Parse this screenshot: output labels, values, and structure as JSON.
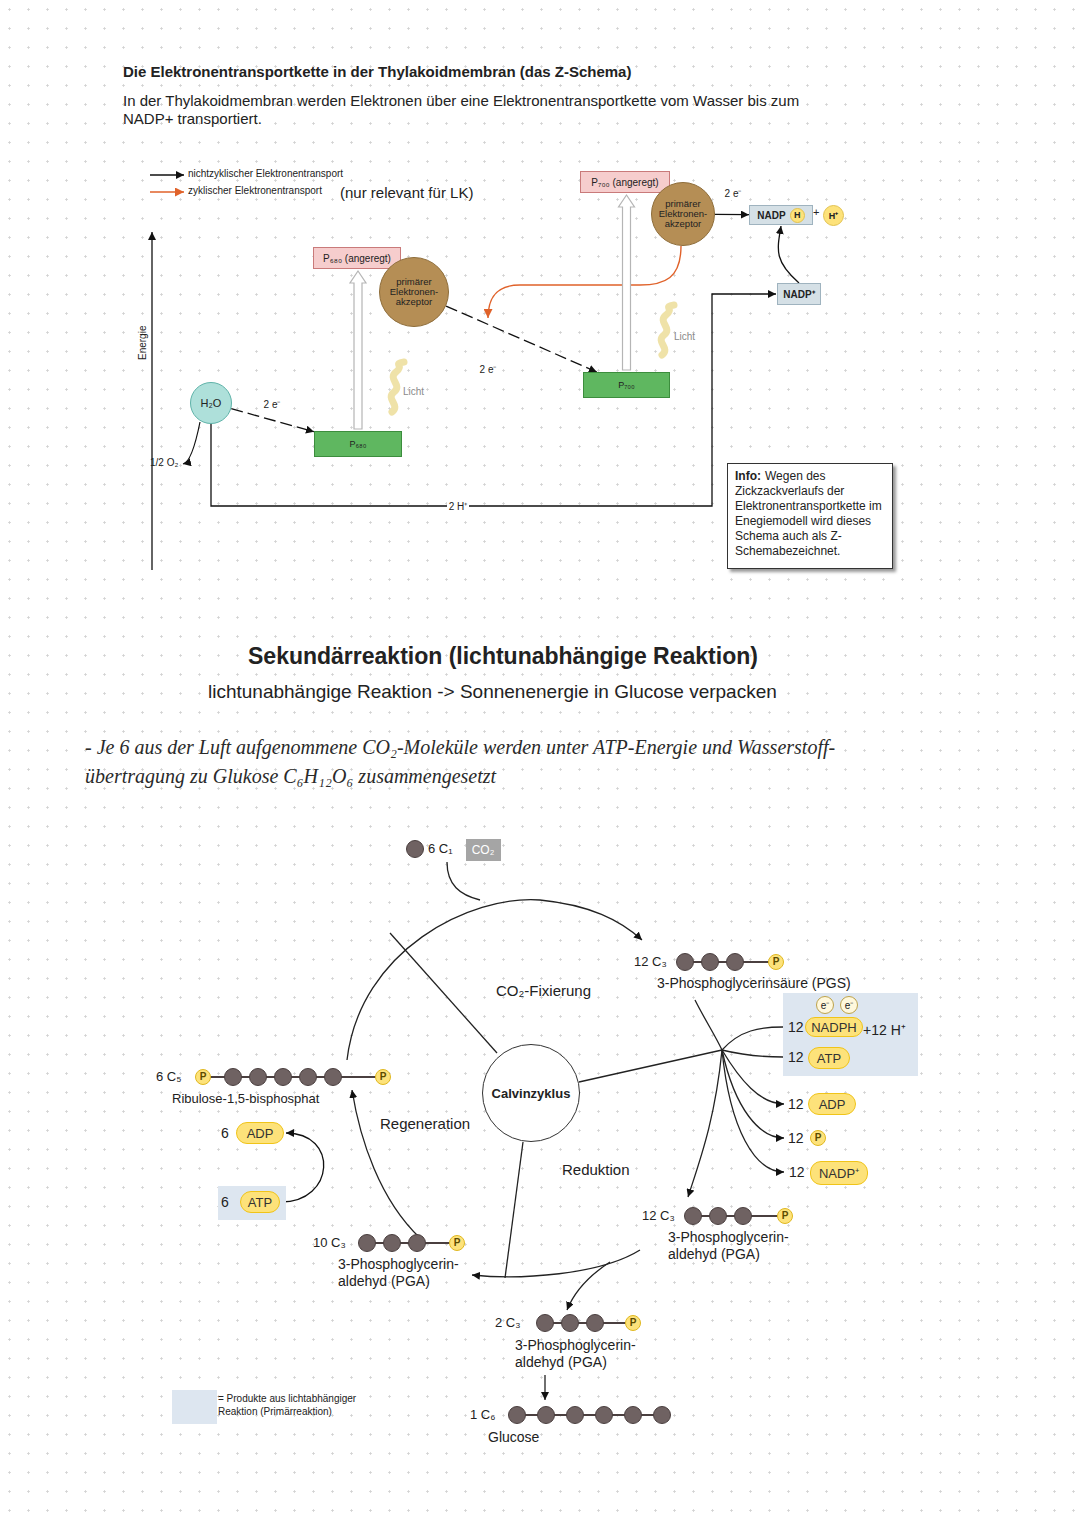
{
  "diagram": {
    "title": "Die Elektronentransportkette in der Thylakoidmembran (das Z-Schema)",
    "nodes": [
      {
        "text": [
          "P₆₈₀ (angeregt)"
        ]
      },
      {
        "text": [
          "primärer Elektronen- akzeptor"
        ]
      },
      {
        "text": [
          "H₂O"
        ]
      },
      {
        "text": [
          "P₆₈₀"
        ]
      },
      {
        "text": [
          "P₇₀₀ (angeregt)"
        ]
      },
      {
        "text": [
          "primärer Elektronen- akzeptor"
        ]
      },
      {
        "text": [
          "P₇₀₀"
        ]
      },
      {
        "text": [
          "NADP",
          "H"
        ]
      },
      {
        "text": [
          "H⁺"
        ]
      },
      {
        "text": [
          "NADP⁺"
        ]
      },
      {
        "text": [
          "Info:",
          "Wegen des Zickzackverlaufs der Elektronentransportkette im Enegiemodell wird dieses Schema auch als Z-Schemabezeichnet."
        ]
      },
      {
        "text": [
          "CO₂"
        ]
      },
      {
        "text": [
          "Calvinzyklus"
        ]
      },
      {
        "text": [
          "e⁻",
          "e⁻",
          "12",
          "+12 H⁺",
          "12"
        ]
      },
      {
        "text": [
          "NADPH"
        ],
        "in": 13
      },
      {
        "text": [
          "ATP"
        ],
        "in": 13
      },
      {
        "text": [
          "ADP"
        ]
      },
      {
        "text": [
          "NADP⁺"
        ]
      },
      {
        "text": [
          "ADP"
        ]
      },
      {
        "text": [
          "6"
        ]
      },
      {
        "text": [
          "ATP"
        ],
        "in": 19
      }
    ],
    "edges": [
      {
        "from": 2,
        "to": 3,
        "arrow": "to",
        "label": "2 e⁻"
      },
      {
        "from": 3,
        "to": 0,
        "arrow": "to"
      },
      {
        "from": 1,
        "to": 6,
        "arrow": "to",
        "label": "2 e⁻"
      },
      {
        "from": 6,
        "to": 4,
        "arrow": "to"
      },
      {
        "from": 5,
        "to": 7,
        "arrow": "to",
        "label": "2 e⁻"
      },
      {
        "from": 9,
        "to": 7,
        "arrow": "to"
      },
      {
        "from": 2,
        "to": 9,
        "arrow": "to",
        "label": "2 H⁺"
      },
      {
        "from": 20,
        "to": 18,
        "arrow": "to"
      }
    ],
    "labels": [
      "In der Thylakoidmembran werden Elektronen über eine Elektronentransportkette vom Wasser bis zum NADP+ transportiert.",
      "(nur relevant für LK)",
      "Energie",
      "Licht",
      "Licht",
      "1/2 O₂",
      "+",
      "Sekundärreaktion (lichtunabhängige Reaktion)",
      "lichtunabhängige Reaktion -> Sonnenenergie in Glucose verpacken",
      "- Je 6 aus der Luft aufgenommene CO₂-Moleküle werden unter ATP-Energie und Wasserstoff- übertragung zu Glukose C₆H₁₂O₆ zusammengesetzt",
      "6 C₁",
      "CO₂-Fixierung",
      "12 C₃",
      "P",
      "3-Phosphoglycerinsäure (PGS)",
      "12",
      "12",
      "P",
      "12",
      "6 C₅",
      "P",
      "P",
      "Ribulose-1,5-bisphosphat",
      "Regeneration",
      "6",
      "Reduktion",
      "12 C₃",
      "P",
      "3-Phosphoglycerin- aldehyd (PGA)",
      "10 C₃",
      "P",
      "3-Phosphoglycerin- aldehyd (PGA)",
      "2 C₃",
      "P",
      "3-Phosphoglycerin- aldehyd (PGA)",
      "1 C₆",
      "Glucose"
    ],
    "legend": [
      {
        "text": "nichtzyklischer Elektronentransport"
      },
      {
        "text": "zyklischer Elektronentransport"
      },
      {
        "text": "= Produkte aus lichtabhängiger Reaktion (Primärreaktion)",
        "color": "#dde6f0"
      }
    ]
  }
}
